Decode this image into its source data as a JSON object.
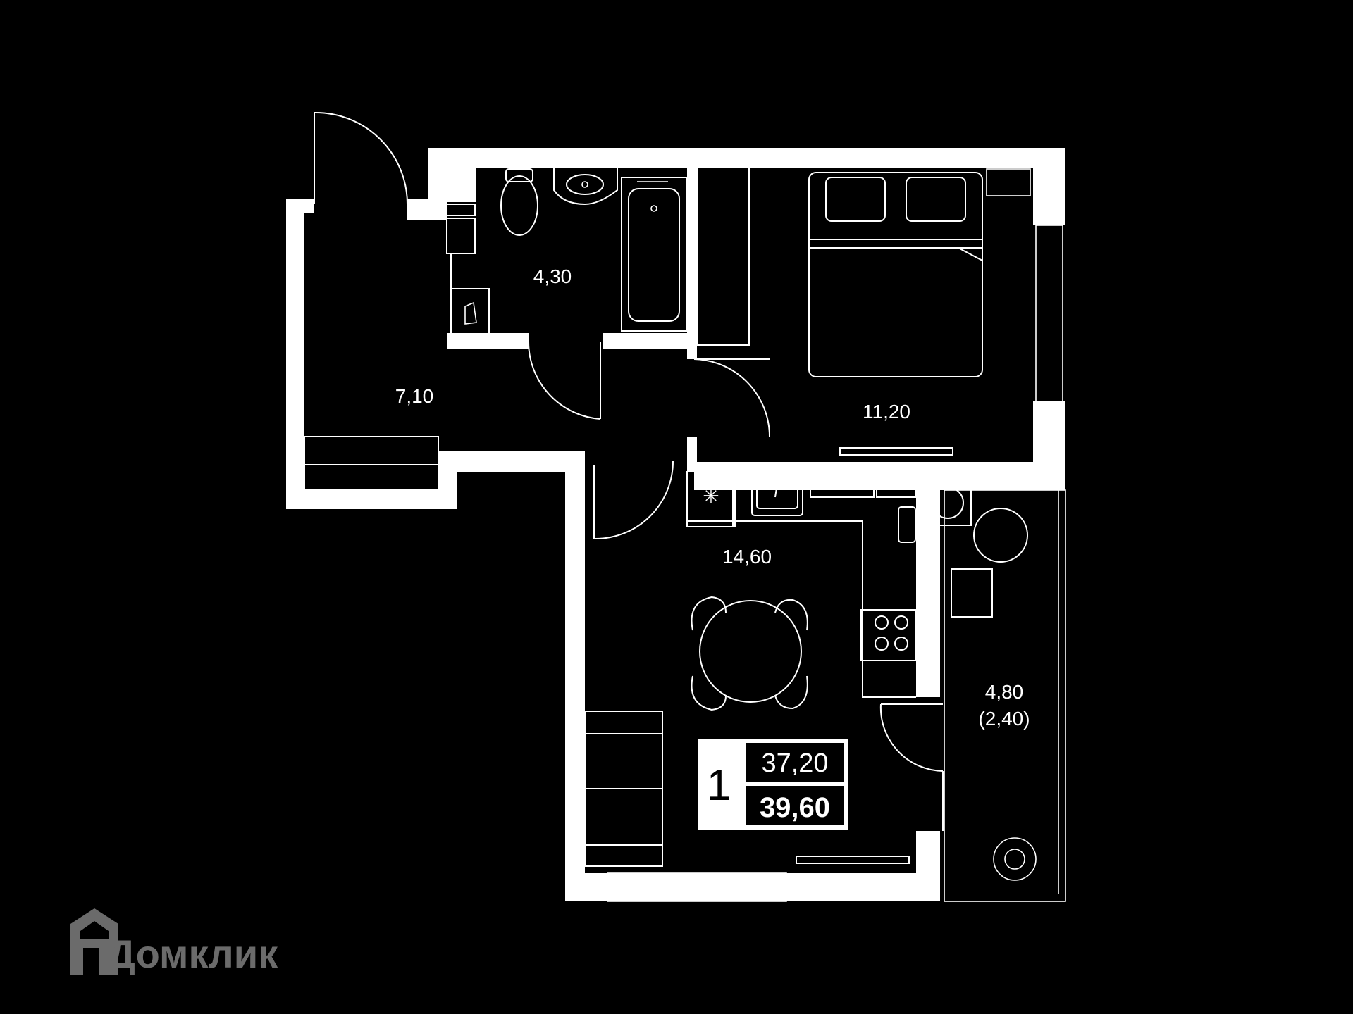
{
  "colors": {
    "background": "#000000",
    "walls": "#ffffff",
    "logo": "#6b6b6b"
  },
  "rooms": {
    "hallway": "7,10",
    "bathroom": "4,30",
    "bedroom": "11,20",
    "kitchen": "14,60",
    "balcony_area": "4,80",
    "balcony_reduced": "(2,40)"
  },
  "summary": {
    "room_count": "1",
    "living_area": "37,20",
    "total_area": "39,60"
  },
  "brand": {
    "name": "Домклик",
    "icon": "house-logo-icon"
  }
}
